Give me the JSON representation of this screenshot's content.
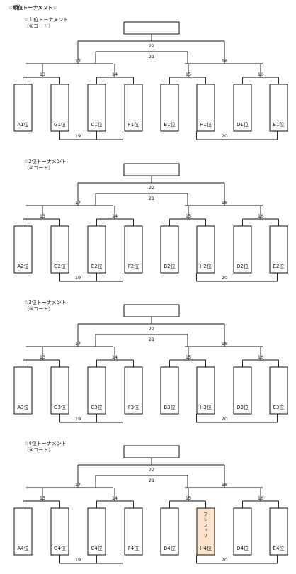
{
  "page_title": "☆順位トーナメント☆",
  "colors": {
    "line": "#111111",
    "highlight_fill": "#fde3cc"
  },
  "tournaments": [
    {
      "title": "☆１位トーナメント",
      "court": "（①コート）",
      "final_match": "22",
      "third_place_match": "21",
      "semi_left": "17",
      "semi_right": "18",
      "quarters": [
        "13",
        "14",
        "15",
        "16"
      ],
      "consolation_left": "19",
      "consolation_right": "20",
      "teams": [
        "A1位",
        "G1位",
        "C1位",
        "F1位",
        "B1位",
        "H1位",
        "D1位",
        "E1位"
      ]
    },
    {
      "title": "☆2位トーナメント",
      "court": "（②コート）",
      "final_match": "22",
      "third_place_match": "21",
      "semi_left": "17",
      "semi_right": "18",
      "quarters": [
        "13",
        "14",
        "15",
        "16"
      ],
      "consolation_left": "19",
      "consolation_right": "20",
      "teams": [
        "A2位",
        "G2位",
        "C2位",
        "F2位",
        "B2位",
        "H2位",
        "D2位",
        "E2位"
      ]
    },
    {
      "title": "☆3位トーナメント",
      "court": "（③コート）",
      "final_match": "22",
      "third_place_match": "21",
      "semi_left": "17",
      "semi_right": "18",
      "quarters": [
        "13",
        "14",
        "15",
        "16"
      ],
      "consolation_left": "19",
      "consolation_right": "20",
      "teams": [
        "A3位",
        "G3位",
        "C3位",
        "F3位",
        "B3位",
        "H3位",
        "D3位",
        "E3位"
      ]
    },
    {
      "title": "☆4位トーナメント",
      "court": "（④コート）",
      "final_match": "22",
      "third_place_match": "21",
      "semi_left": "17",
      "semi_right": "18",
      "quarters": [
        "13",
        "14",
        "15",
        "16"
      ],
      "consolation_left": "19",
      "consolation_right": "20",
      "teams": [
        "A4位",
        "G4位",
        "C4位",
        "F4位",
        "B4位",
        "H4位",
        "D4位",
        "E4位"
      ],
      "highlight_team_index": 5,
      "highlight_note": "フレンドリ"
    }
  ]
}
